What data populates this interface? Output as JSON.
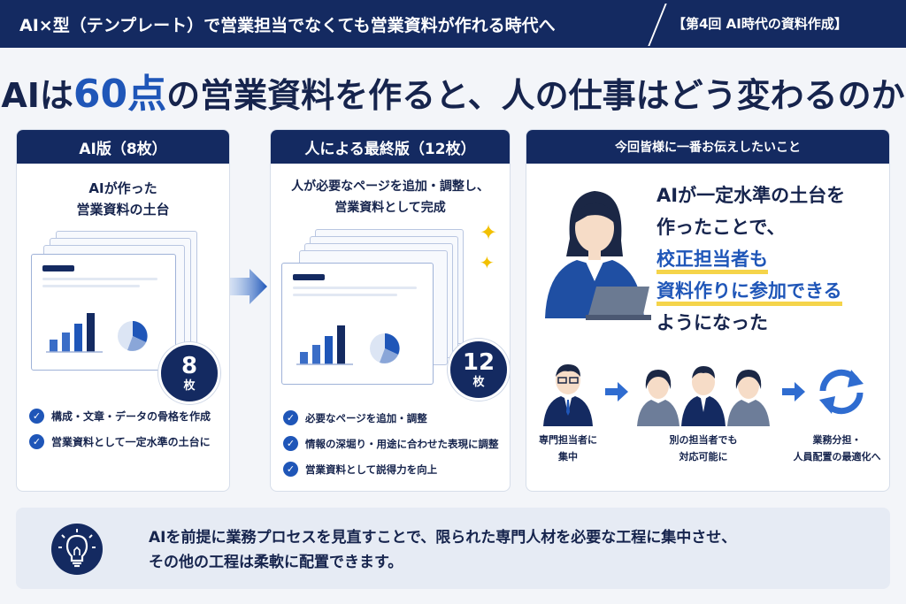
{
  "header": {
    "title": "AI×型（テンプレート）で営業担当でなくても営業資料が作れる時代へ",
    "series": "【第4回 AI時代の資料作成】"
  },
  "headline": {
    "part1": "AIは",
    "part2": "60点",
    "part3": "の営業資料を作ると、人の仕事はどう変わるのか"
  },
  "ai_card": {
    "title": "AI版（8枚）",
    "subtitle_line1": "AIが作った",
    "subtitle_line2": "営業資料の土台",
    "badge_number": "8",
    "badge_unit": "枚",
    "checks": [
      "構成・文章・データの骨格を作成",
      "営業資料として一定水準の土台に"
    ]
  },
  "human_card": {
    "title": "人による最終版（12枚）",
    "subtitle_line1": "人が必要なページを追加・調整し、",
    "subtitle_line2": "営業資料として完成",
    "badge_number": "12",
    "badge_unit": "枚",
    "checks": [
      "必要なページを追加・調整",
      "情報の深堀り・用途に合わせた表現に調整",
      "営業資料として説得力を向上"
    ]
  },
  "message_card": {
    "title": "今回皆様に一番お伝えしたいこと",
    "quote_line1": "AIが一定水準の土台を",
    "quote_line2": "作ったことで、",
    "quote_line3": "校正担当者も",
    "quote_line4": "資料作りに参加できる",
    "quote_line5": "ようになった",
    "flow": [
      {
        "line1": "専門担当者に",
        "line2": "集中"
      },
      {
        "line1": "別の担当者でも",
        "line2": "対応可能に"
      },
      {
        "line1": "業務分担・",
        "line2": "人員配置の最適化へ"
      }
    ]
  },
  "bottom": {
    "line1": "AIを前提に業務プロセスを見直すことで、限られた専門人材を必要な工程に集中させ、",
    "line2": "その他の工程は柔軟に配置できます。"
  },
  "colors": {
    "navy": "#142a61",
    "accent_blue": "#1f56b8",
    "highlight_yellow": "#f5d44a",
    "background": "#f3f5f9"
  },
  "icons": [
    "check-icon",
    "document-icon",
    "bar-chart-icon",
    "pie-chart-icon",
    "arrow-right-icon",
    "sparkle-icon",
    "person-laptop-icon",
    "person-icon",
    "refresh-cycle-icon",
    "light-bulb-icon"
  ]
}
